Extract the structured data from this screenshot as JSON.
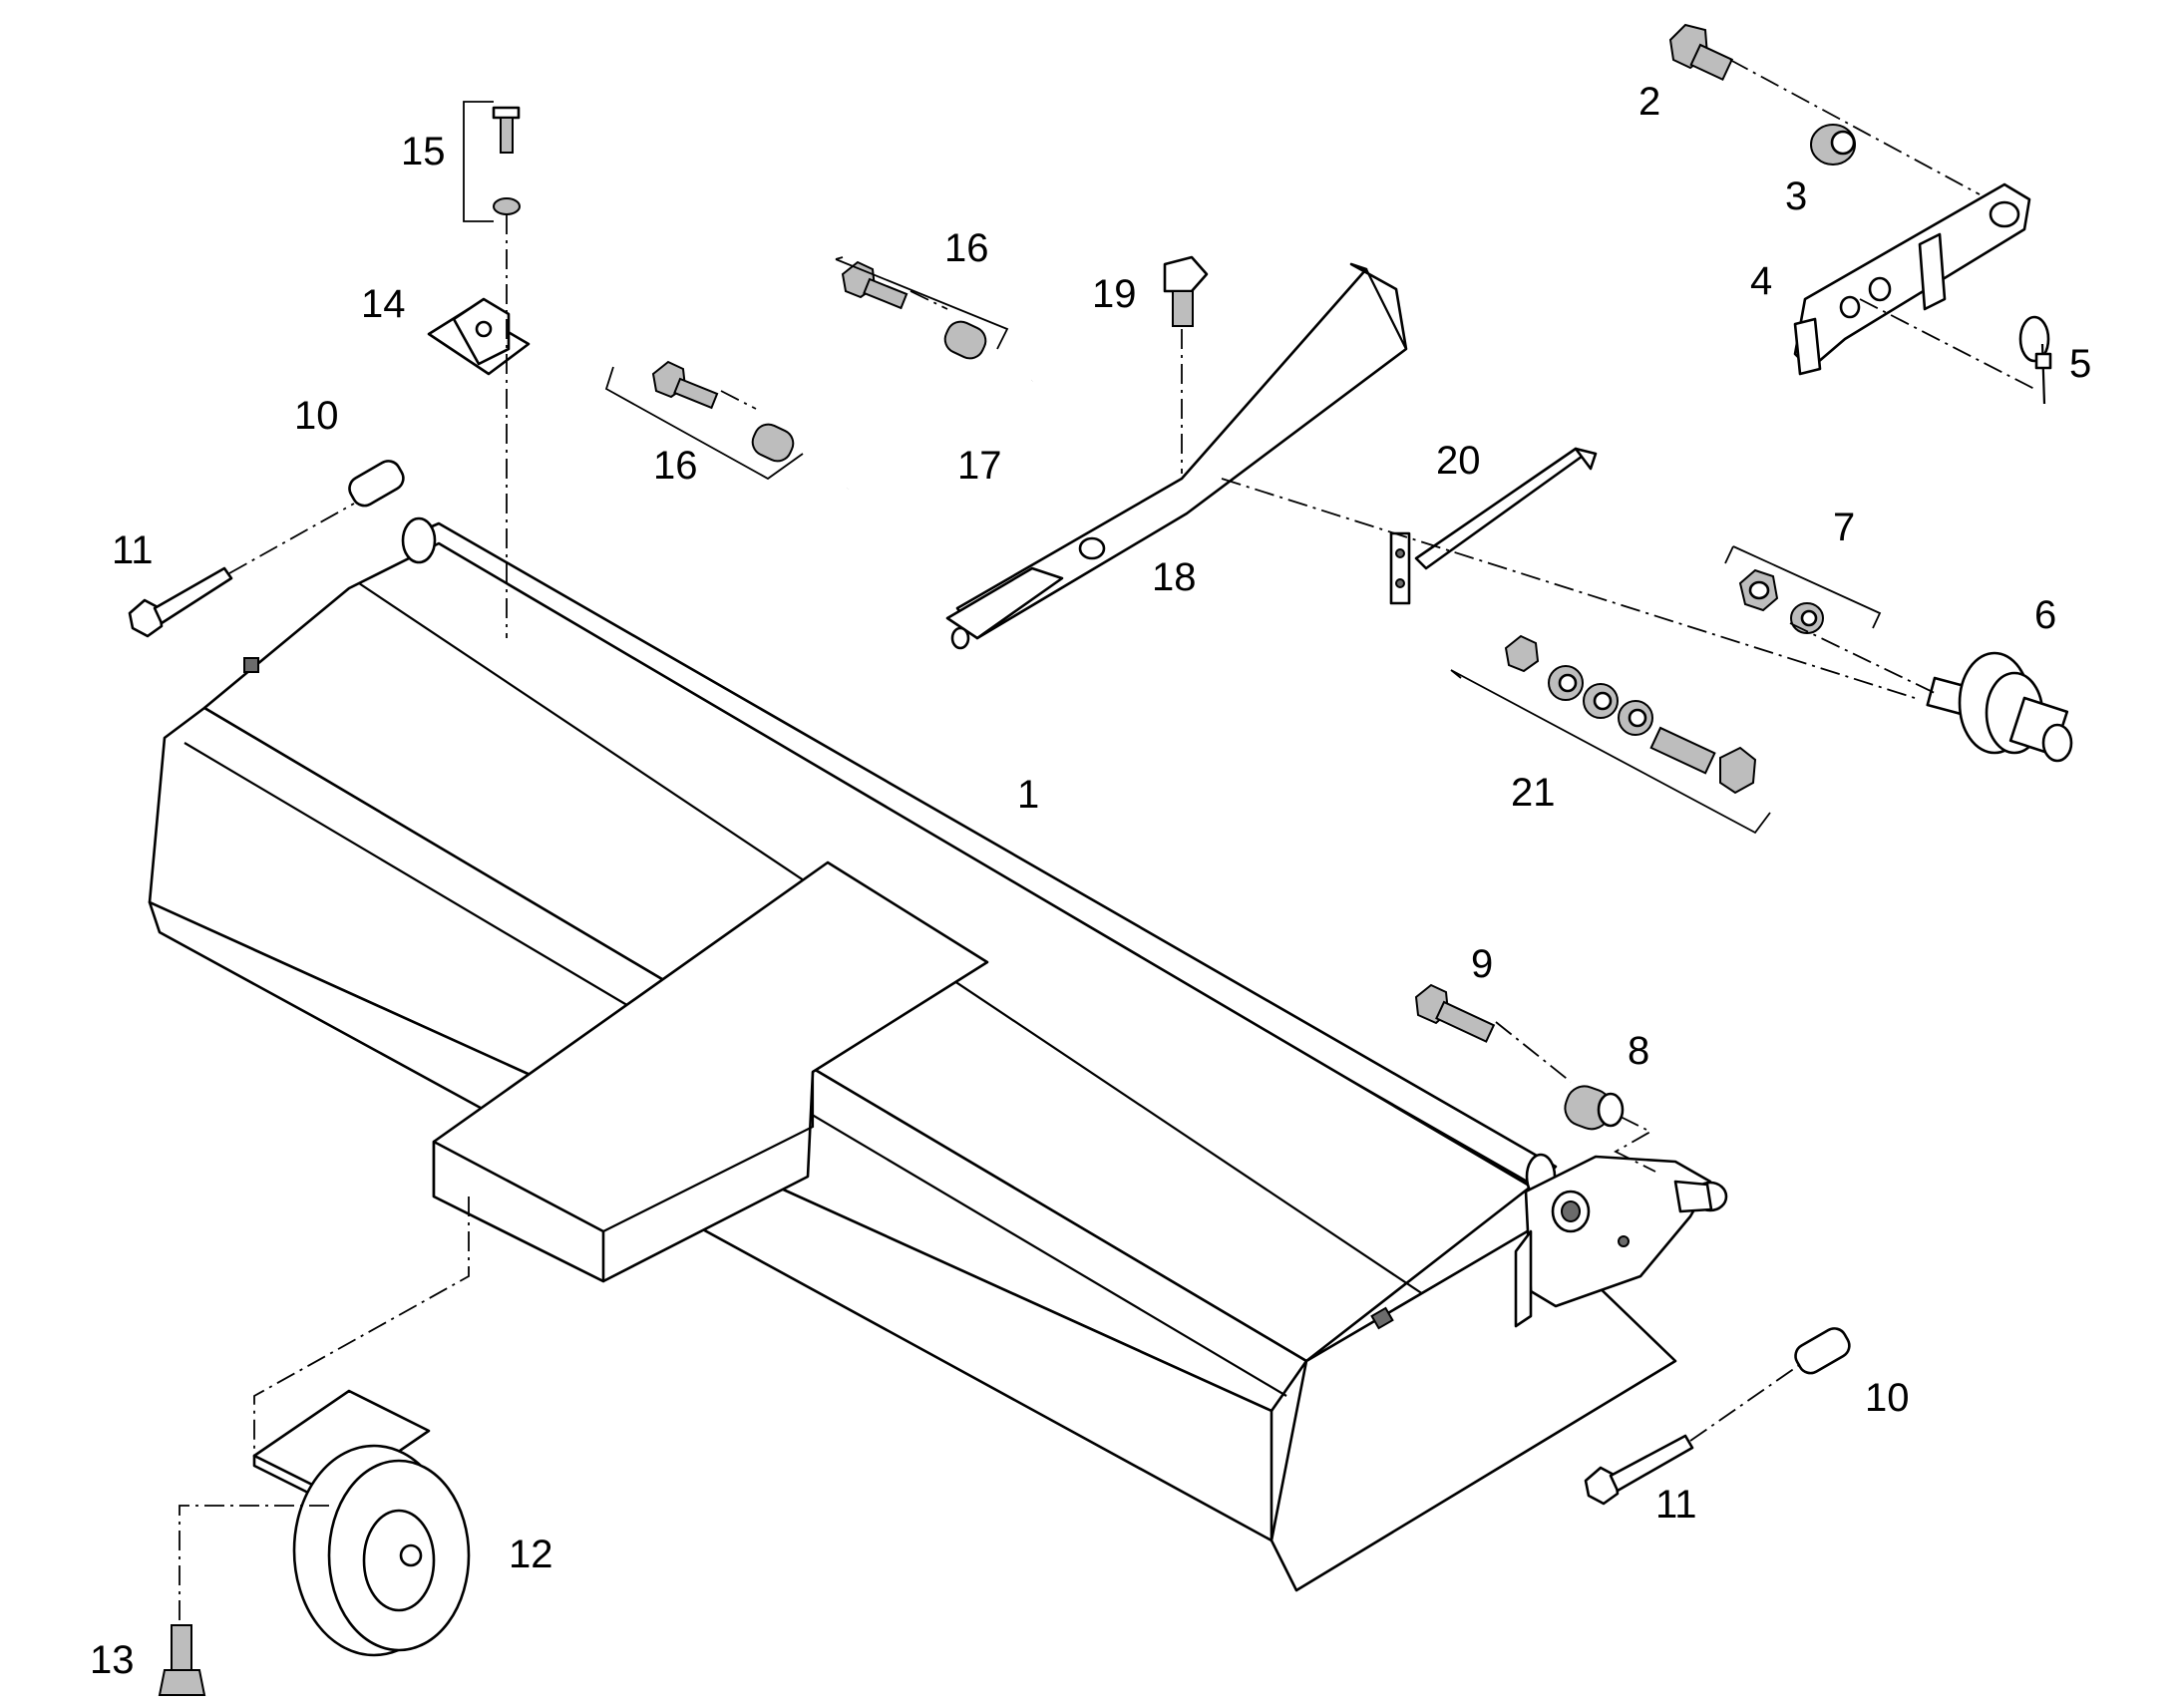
{
  "callouts": [
    {
      "id": "c1",
      "label": "1"
    },
    {
      "id": "c2",
      "label": "2"
    },
    {
      "id": "c3",
      "label": "3"
    },
    {
      "id": "c4",
      "label": "4"
    },
    {
      "id": "c5",
      "label": "5"
    },
    {
      "id": "c6",
      "label": "6"
    },
    {
      "id": "c7",
      "label": "7"
    },
    {
      "id": "c8",
      "label": "8"
    },
    {
      "id": "c9",
      "label": "9"
    },
    {
      "id": "c10a",
      "label": "10"
    },
    {
      "id": "c10b",
      "label": "10"
    },
    {
      "id": "c11a",
      "label": "11"
    },
    {
      "id": "c11b",
      "label": "11"
    },
    {
      "id": "c12",
      "label": "12"
    },
    {
      "id": "c13",
      "label": "13"
    },
    {
      "id": "c14",
      "label": "14"
    },
    {
      "id": "c15",
      "label": "15"
    },
    {
      "id": "c16a",
      "label": "16"
    },
    {
      "id": "c16b",
      "label": "16"
    },
    {
      "id": "c17",
      "label": "17"
    },
    {
      "id": "c18",
      "label": "18"
    },
    {
      "id": "c19",
      "label": "19"
    },
    {
      "id": "c20",
      "label": "20"
    },
    {
      "id": "c21",
      "label": "21"
    }
  ]
}
